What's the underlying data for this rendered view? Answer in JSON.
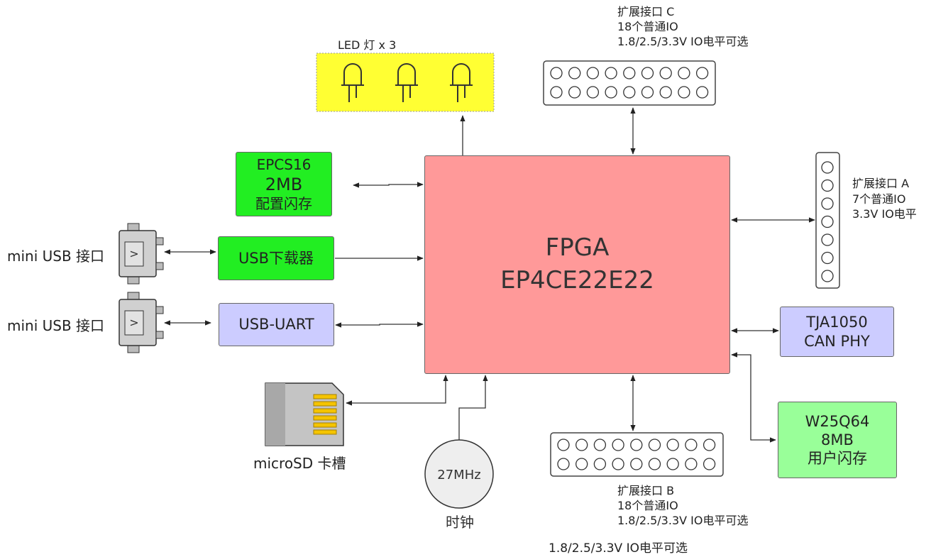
{
  "fpga": {
    "line1": "FPGA",
    "line2": "EP4CE22E22"
  },
  "epcs": {
    "line1": "EPCS16",
    "line2": "2MB",
    "line3": "配置闪存"
  },
  "usb_downloader": {
    "label": "USB下载器"
  },
  "usb_uart": {
    "label": "USB-UART"
  },
  "mini_usb_1": {
    "label": "mini USB 接口"
  },
  "mini_usb_2": {
    "label": "mini USB 接口"
  },
  "led": {
    "label": "LED 灯 x 3",
    "count": 3
  },
  "header_c": {
    "line1": "扩展接口 C",
    "line2": "18个普通IO",
    "line3": "1.8/2.5/3.3V IO电平可选"
  },
  "header_a": {
    "line1": "扩展接口 A",
    "line2": "7个普通IO",
    "line3": "3.3V IO电平"
  },
  "header_b": {
    "line1": "扩展接口 B",
    "line2": "18个普通IO",
    "line3": "1.8/2.5/3.3V IO电平可选",
    "line4": "1.8/2.5/3.3V IO电平可选"
  },
  "can": {
    "line1": "TJA1050",
    "line2": "CAN PHY"
  },
  "w25": {
    "line1": "W25Q64",
    "line2": "8MB",
    "line3": "用户闪存"
  },
  "microsd": {
    "label": "microSD 卡槽"
  },
  "clock": {
    "freq": "27MHz",
    "label": "时钟"
  },
  "colors": {
    "fpga": "#ff9999",
    "green": "#22ee22",
    "lightgreen": "#99ff99",
    "lavender": "#ccccff",
    "led_bg": "#ffff33"
  }
}
